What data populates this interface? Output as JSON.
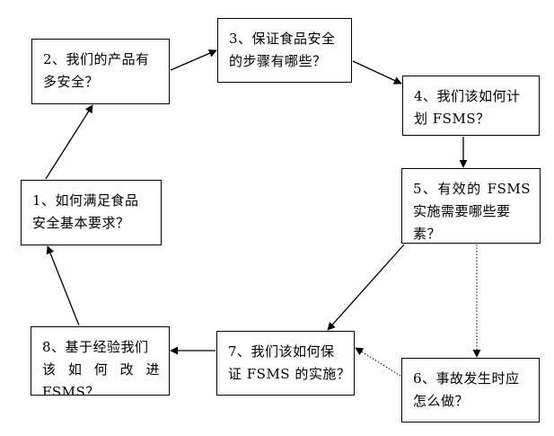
{
  "nodes": {
    "n1": {
      "lines": [
        "1、如何满足食品",
        "安全基本要求？"
      ]
    },
    "n2": {
      "lines": [
        "2、我们的产品有",
        "多安全？"
      ]
    },
    "n3": {
      "lines": [
        "3、保证食品安全",
        "的步骤有哪些？"
      ]
    },
    "n4": {
      "lines": [
        "4、我们该如何计",
        "划 FSMS？"
      ]
    },
    "n5": {
      "lines": [
        "5、有效的 FSMS",
        "实施需要哪些要",
        "素？"
      ]
    },
    "n6": {
      "lines": [
        "6、事故发生时应",
        "怎么做？"
      ]
    },
    "n7": {
      "lines": [
        "7、我们该如何保",
        "证 FSMS 的实施？"
      ]
    },
    "n8": {
      "lines": [
        "8、基于经验我们",
        "该 如 何 改 进",
        "FSMS？"
      ]
    }
  },
  "colors": {
    "stroke": "#000000",
    "background": "#ffffff"
  }
}
